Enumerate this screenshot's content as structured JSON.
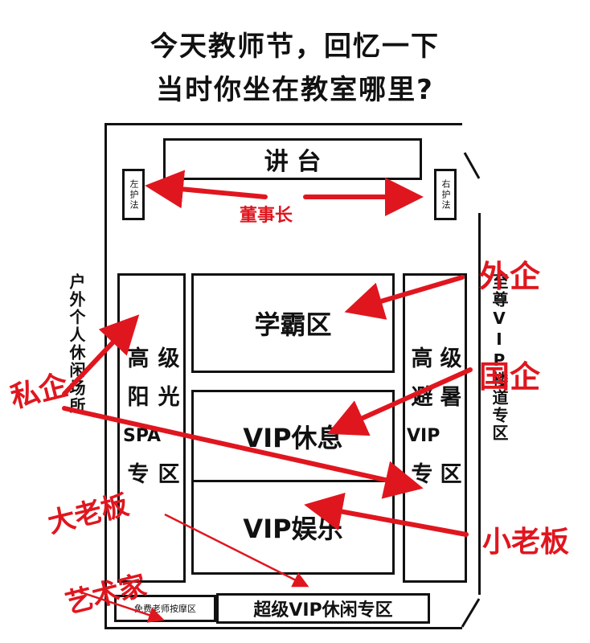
{
  "title": {
    "line1": "今天教师节，回忆一下",
    "line2": "当时你坐在教室哪里?"
  },
  "zones": {
    "podium": "讲 台",
    "left_guard": "左护法",
    "right_guard": "右护法",
    "left_outside": "户外个人休闲场所",
    "right_outside": "至尊VIP楼道专区",
    "left_col": [
      "高",
      "阳",
      "SPA",
      "专",
      "级",
      "光",
      "",
      "区"
    ],
    "right_col": [
      "高",
      "避",
      "VIP",
      "专",
      "级",
      "暑",
      "",
      "区"
    ],
    "top_center": "学霸区",
    "mid_center": "VIP休息",
    "bottom_center": "VIP娱乐",
    "bottom_bar": "超级VIP休闲专区",
    "bottom_left_small": "免费老师按摩区"
  },
  "labels": {
    "chairman": "董事长",
    "foreign": "外企",
    "state": "国企",
    "private": "私企",
    "big_boss": "大老板",
    "small_boss": "小老板",
    "artist": "艺术家"
  },
  "colors": {
    "ink": "#111111",
    "accent": "#e0161f"
  }
}
